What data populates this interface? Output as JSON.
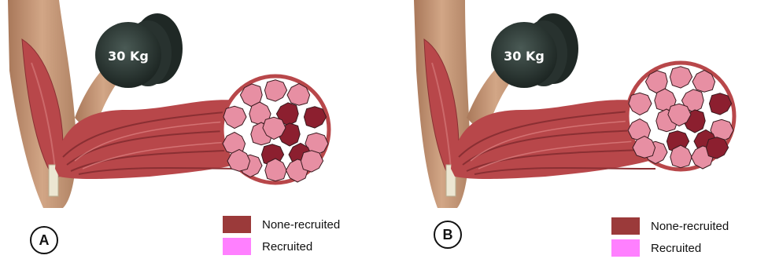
{
  "panels": [
    {
      "letter": "A",
      "weight_label": "30 Kg",
      "fibers": [
        "recruited",
        "recruited",
        "recruited",
        "recruited",
        "recruited",
        "none-recruited",
        "none-recruited",
        "recruited",
        "recruited",
        "recruited",
        "none-recruited",
        "none-recruited",
        "none-recruited",
        "recruited",
        "recruited",
        "recruited",
        "recruited",
        "recruited",
        "recruited"
      ]
    },
    {
      "letter": "B",
      "weight_label": "30 Kg",
      "fibers": [
        "recruited",
        "recruited",
        "recruited",
        "recruited",
        "recruited",
        "recruited",
        "none-recruited",
        "recruited",
        "recruited",
        "recruited",
        "none-recruited",
        "none-recruited",
        "none-recruited",
        "recruited",
        "recruited",
        "recruited",
        "none-recruited",
        "recruited",
        "recruited"
      ]
    }
  ],
  "legend": [
    {
      "label": "None-recruited",
      "color": "#9b3a3a"
    },
    {
      "label": "Recruited",
      "color": "#ff80ff"
    }
  ],
  "colors": {
    "recruited_fiber": "#e78fa3",
    "none_recruited_fiber": "#8c1f2f",
    "muscle": "#b8474a",
    "skin": "#c99977",
    "dumbbell": "#2c3a36"
  }
}
